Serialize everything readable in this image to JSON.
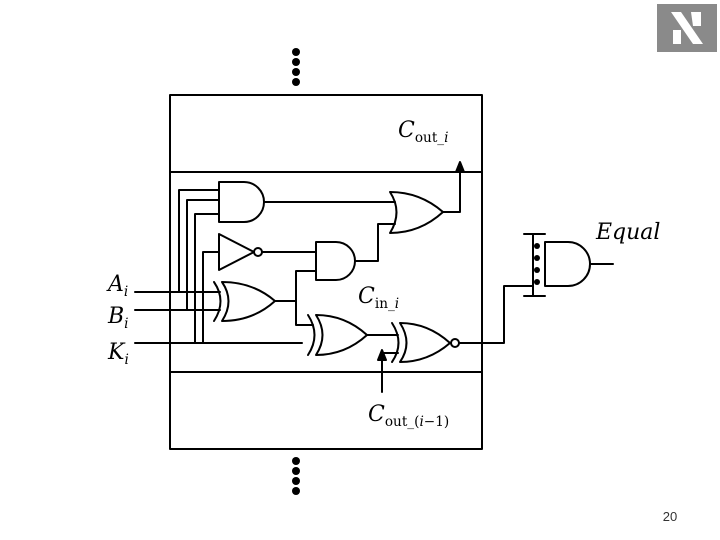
{
  "labels": {
    "cout_i": {
      "base": "C",
      "sub": "out_",
      "idx": "i"
    },
    "cin_i": {
      "base": "C",
      "sub": "in_",
      "idx": "i"
    },
    "cout_prev": {
      "base": "C",
      "sub": "out_(",
      "idx": "i",
      "tail": "−1)"
    },
    "a_i": {
      "base": "A",
      "idx": "i"
    },
    "b_i": {
      "base": "B",
      "idx": "i"
    },
    "k_i": {
      "base": "K",
      "idx": "i"
    },
    "equal": "Equal"
  },
  "page_number": "20",
  "colors": {
    "line": "#000000",
    "logo": "#8a8a8a"
  }
}
